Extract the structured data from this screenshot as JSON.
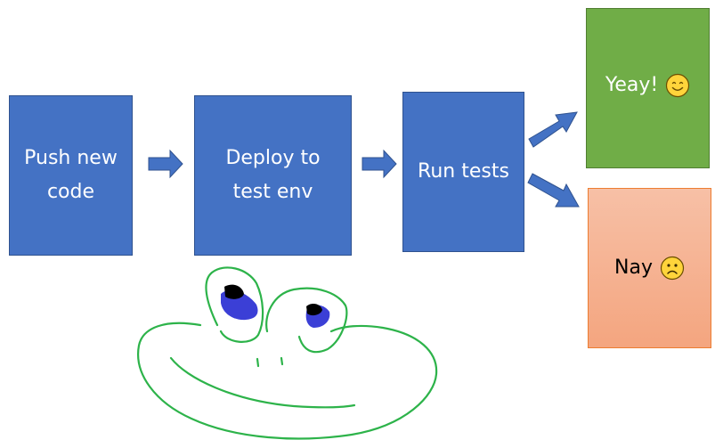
{
  "boxes": {
    "push": {
      "line1": "Push new",
      "line2": "code"
    },
    "deploy": {
      "line1": "Deploy to",
      "line2": "test env"
    },
    "tests": {
      "label": "Run tests"
    },
    "yeay": {
      "label": "Yeay!",
      "emoji": "smiling-face-icon"
    },
    "nay": {
      "label": "Nay",
      "emoji": "frowning-face-icon"
    }
  },
  "colors": {
    "box_blue": "#4472c4",
    "box_green": "#70ad47",
    "box_red": "#f4b183",
    "arrow_fill": "#4472c4",
    "doodle_stroke": "#2db34a",
    "emoji_fill": "#ffd43b"
  },
  "doodle": {
    "name": "frog-doodle"
  }
}
